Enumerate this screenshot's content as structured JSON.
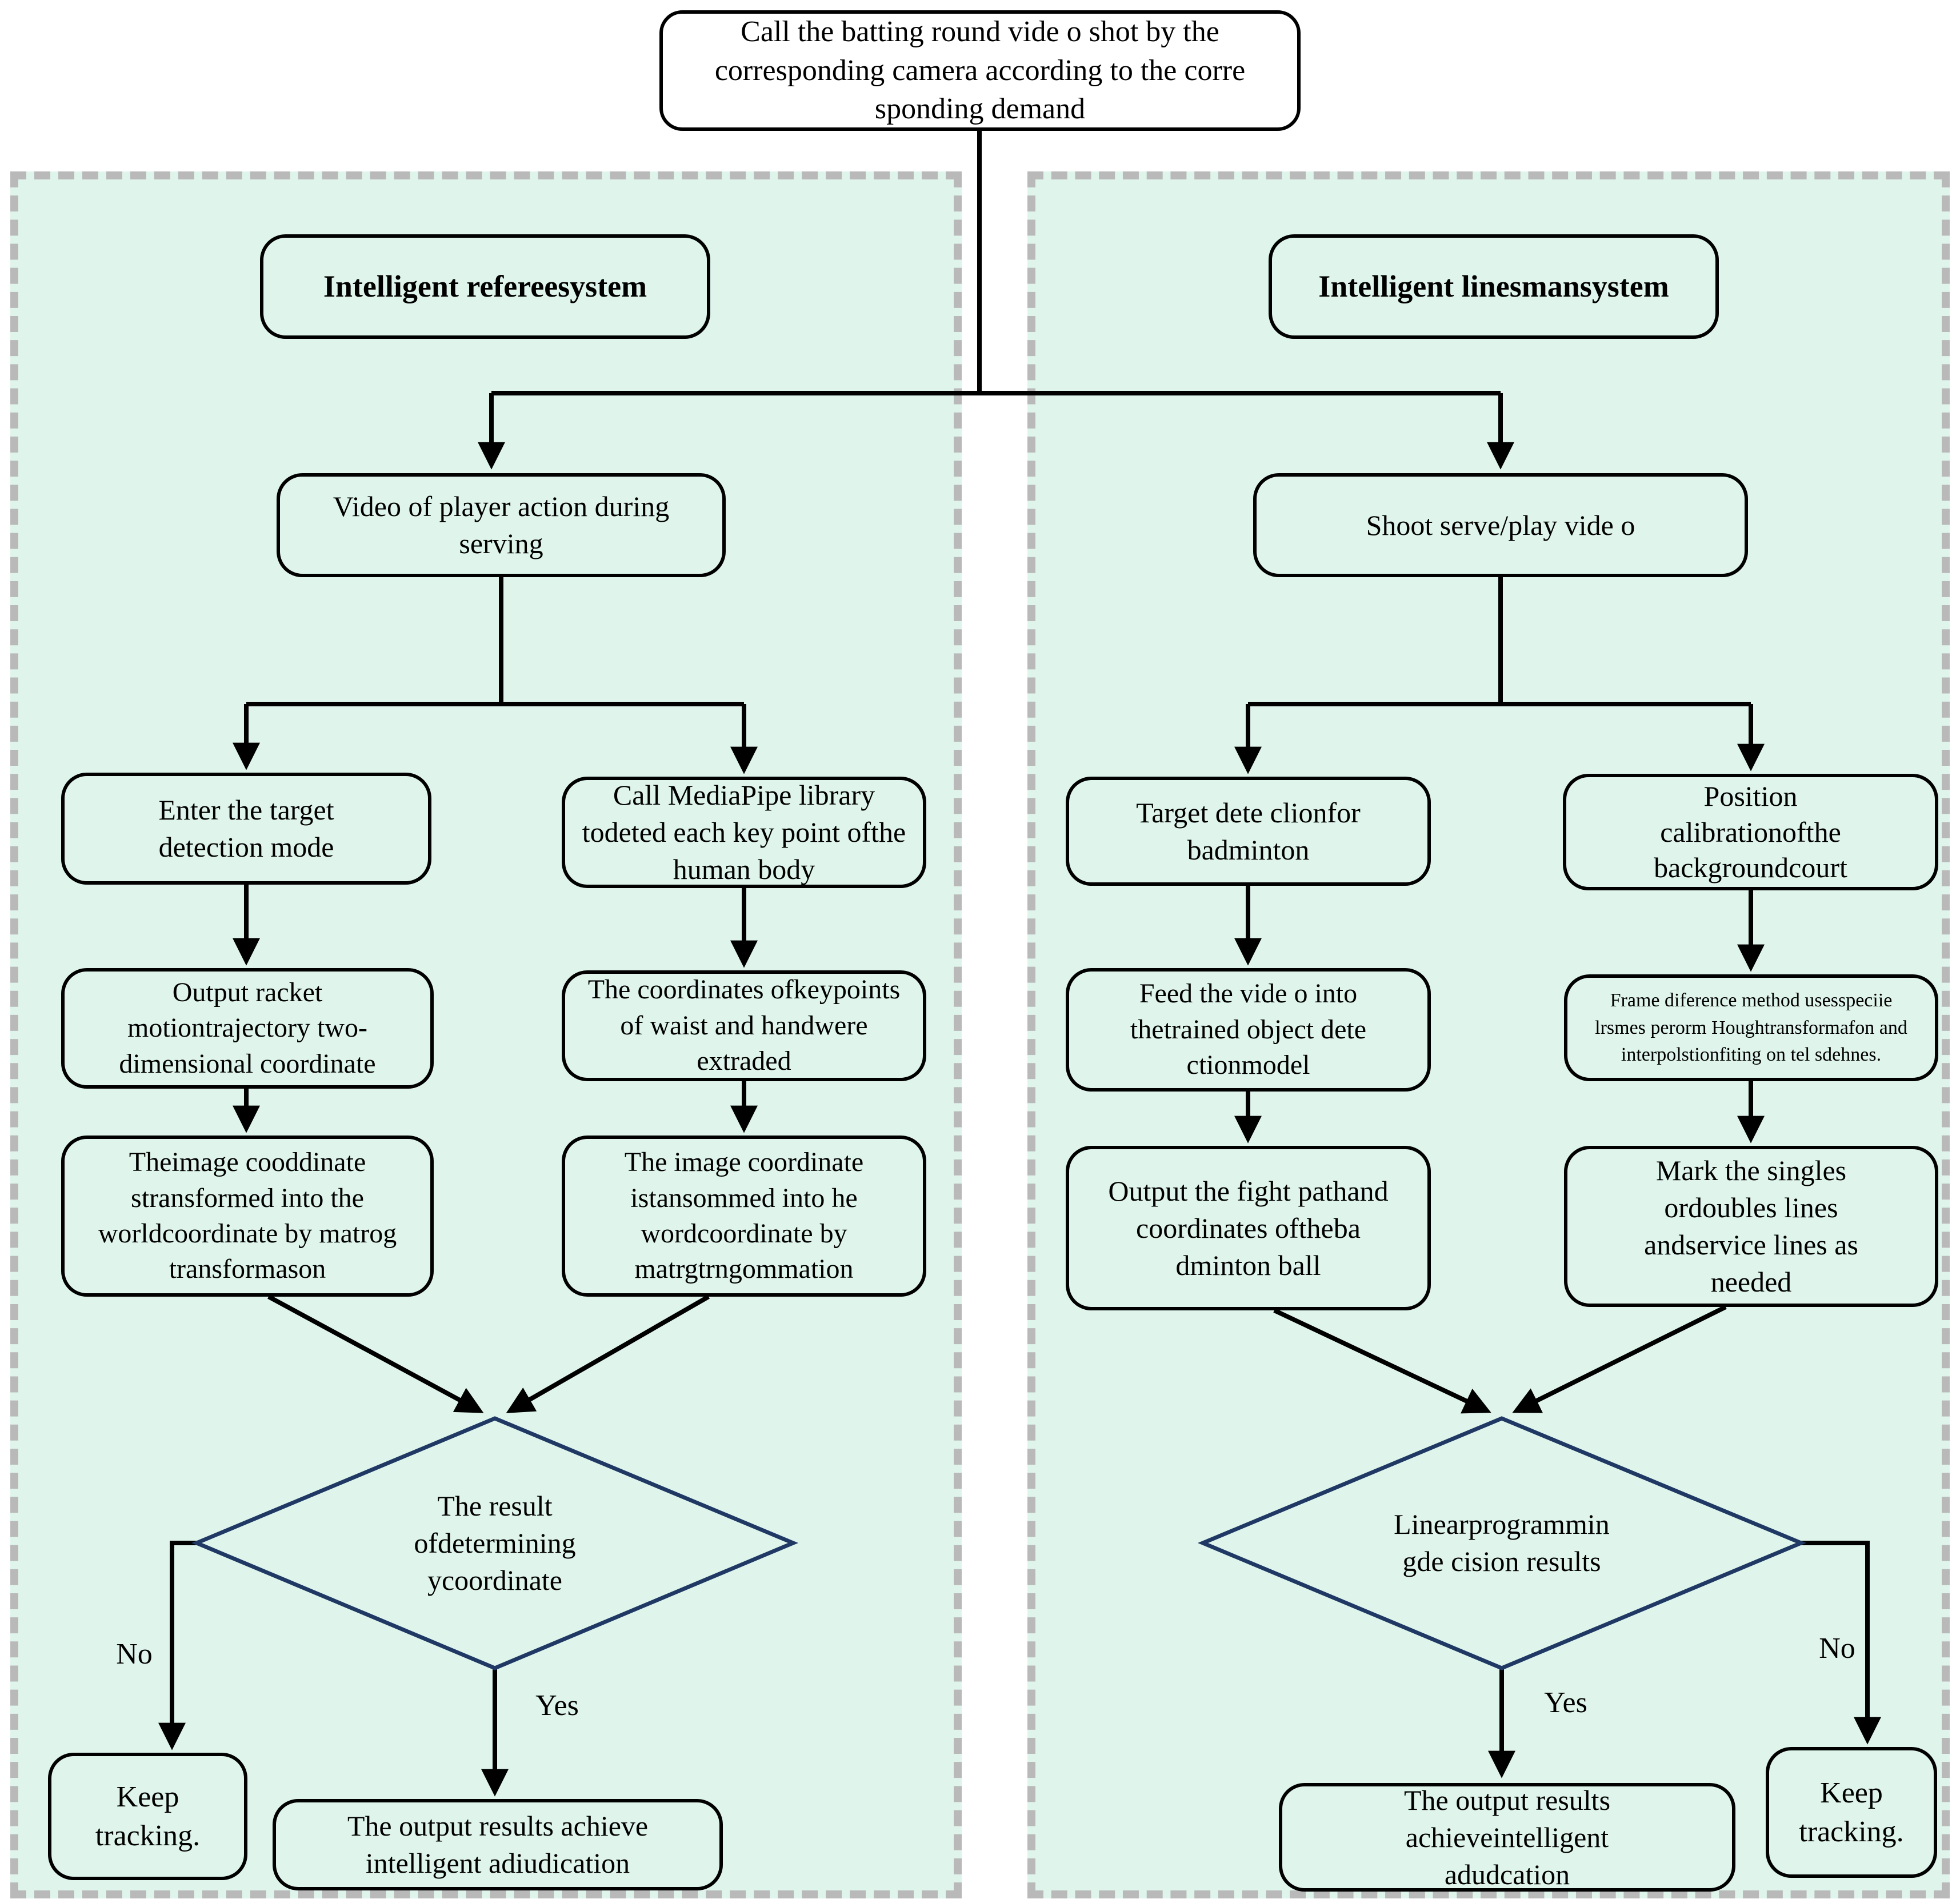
{
  "root": {
    "label": "Call the batting round vide o shot by the corresponding camera according to the corre sponding demand"
  },
  "referee": {
    "title": "Intelligent refereesystem",
    "video": "Video of player action during serving",
    "enter_mode": "Enter the target detection mode",
    "mediapipe": "Call MediaPipe library todeted each key point ofthe human body",
    "output_racket": "Output racket motiontrajectory two-dimensional coordinate",
    "waist_hand": "The coordinates ofkeypoints of waist and handwere extraded",
    "image_world_1": "Theimage cooddinate stransformed into the worldcoordinate by matrog transformason",
    "image_world_2": "The image coordinate istansommed into he wordcoordinate by matrgtrngommation",
    "decision": "The result ofdetermining ycoordinate",
    "no_label": "No",
    "yes_label": "Yes",
    "keep_tracking": "Keep tracking.",
    "output_result": "The output results achieve intelligent adiudication"
  },
  "linesman": {
    "title": "Intelligent linesmansystem",
    "shoot": "Shoot serve/play vide o",
    "target_detection": "Target dete clionfor badminton",
    "position_calibration": "Position calibrationofthe backgroundcourt",
    "feed_video": "Feed the vide o into thetrained object dete ctionmodel",
    "frame_difference": "Frame diference method usesspeciie lrsmes perorm Houghtransformafon and interpolstionfiting on tel sdehnes.",
    "output_flight": "Output the fight pathand coordinates oftheba dminton ball",
    "mark_lines": "Mark the singles ordoubles lines andservice lines as needed",
    "decision": "Linearprogrammin gde cision results",
    "yes_label": "Yes",
    "no_label": "No",
    "keep_tracking": "Keep tracking.",
    "output_result": "The output results achieveintelligent adudcation"
  },
  "colors": {
    "panel_background": "#dff5ec",
    "box_border": "#000000",
    "diamond_border": "#1f3864",
    "dashed_border": "#b9b9b9",
    "page_background": "#ffffff"
  }
}
